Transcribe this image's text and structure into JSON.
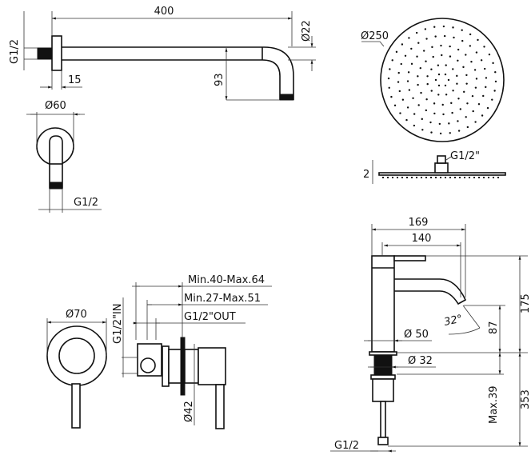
{
  "shower_arm": {
    "length": "400",
    "diameter": "Ø22",
    "thread": "G1/2",
    "flange_depth": "15",
    "drop": "93",
    "flange_diameter": "Ø60",
    "end_thread": "G1/2"
  },
  "shower_head": {
    "diameter": "Ø250",
    "connection": "G1/2\"",
    "thickness": "2"
  },
  "concealed_mixer": {
    "plate_diameter": "Ø70",
    "depth_total": "Min.40-Max.64",
    "depth_body": "Min.27-Max.51",
    "outlet": "G1/2\"OUT",
    "inlet": "G1/2\"IN",
    "body_diameter": "Ø42"
  },
  "basin_mixer": {
    "overall_reach": "169",
    "spout_reach": "140",
    "height": "175",
    "spout_height": "87",
    "spout_angle": "32°",
    "base_diameter": "Ø 50",
    "shank_diameter": "Ø 32",
    "max_deck": "Max.39",
    "hose_length": "353",
    "hose_thread": "G1/2"
  }
}
